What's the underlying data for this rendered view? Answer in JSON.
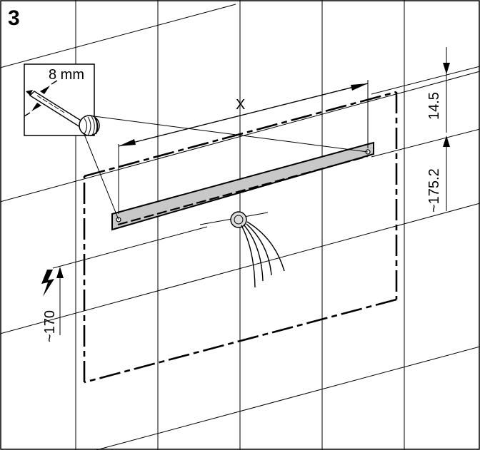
{
  "step_number": "3",
  "drill_bit_label": "8 mm",
  "bracket_spacing_label": "X",
  "dim_top_label": "14.5",
  "dim_height_label": "~175.2",
  "dim_cable_label": "~170",
  "colors": {
    "line": "#000000",
    "bracket_fill": "#c8c8c8",
    "tile_grid": "#000000",
    "background": "#ffffff"
  },
  "icons": [
    "drill-bit-icon",
    "electrical-hazard-icon",
    "cable-outlet-icon"
  ]
}
